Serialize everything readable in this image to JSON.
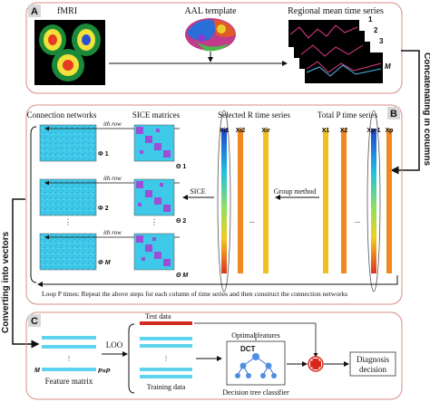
{
  "panel_a": {
    "letter": "A",
    "fmri_label": "fMRI",
    "aal_label": "AAL template",
    "regional_label": "Regional mean time series",
    "series_numbers": [
      "1",
      "2",
      "3",
      "M"
    ]
  },
  "side_label_right": "Concatenating in columns",
  "side_label_left": "Converting into vectors",
  "panel_b": {
    "letter": "B",
    "connection_networks": "Connection networks",
    "sice_matrices": "SICE matrices",
    "selected_r": "Selected R time series",
    "total_p": "Total P time series",
    "row_label": "ith row",
    "phi_labels": [
      "Φ 1",
      "Φ 2",
      "Φ M"
    ],
    "theta_labels": [
      "Θ 1",
      "Θ 2",
      "Θ M"
    ],
    "sice_arrow_label": "SICE",
    "group_method_label": "Group method",
    "selected_columns": [
      "Xi1",
      "Xi2",
      "Xir"
    ],
    "total_columns": [
      "X1",
      "X2",
      "Xp-1",
      "Xp"
    ],
    "ellipsis_vertical": "⋮",
    "ellipsis_horizontal": "...",
    "loop_text": "Loop P times: Repeat the above steps for each column of time series and then construct the connection networks"
  },
  "panel_c": {
    "letter": "C",
    "feature_matrix_label": "Feature matrix",
    "m_label": "M",
    "ppxp_label": "P×P",
    "loo_label": "LOO",
    "test_data_label": "Test data",
    "training_data_label": "Training data",
    "optimal_features_label": "Optimal features",
    "dct_label": "DCT",
    "classifier_label": "Decision tree classifier",
    "diagnosis_line1": "Diagnosis",
    "diagnosis_line2": "decision"
  },
  "colors": {
    "panel_border": "#d98c84",
    "matrix_cyan": "#3ec9e8",
    "sice_purple": "#9b4fd6",
    "test_red": "#d42a22",
    "feature_cyan": "#5fd3ee",
    "plus_red": "#d9261c"
  }
}
